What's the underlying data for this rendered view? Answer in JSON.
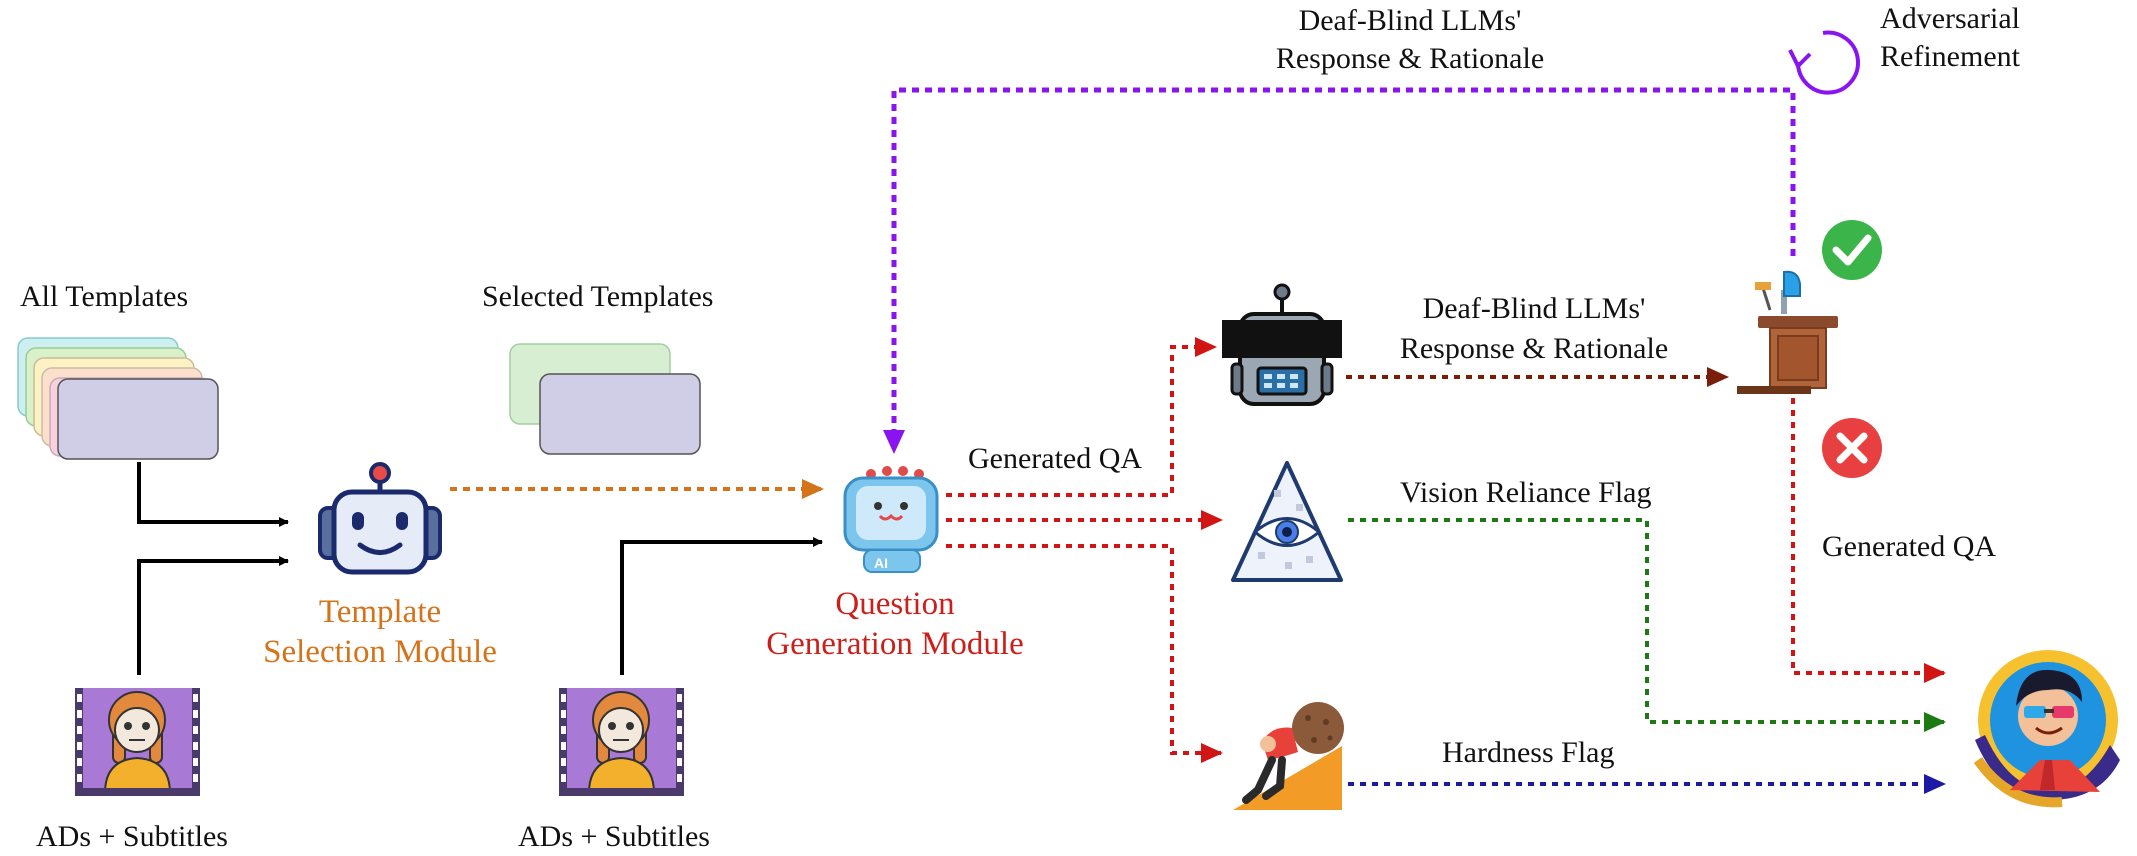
{
  "labels": {
    "all_templates": "All Templates",
    "selected_templates": "Selected Templates",
    "ads_subtitles_left": "ADs + Subtitles",
    "ads_subtitles_mid": "ADs + Subtitles",
    "template_module_line1": "Template",
    "template_module_line2": "Selection Module",
    "question_module_line1": "Question",
    "question_module_line2": "Generation Module",
    "generated_qa_mid": "Generated QA",
    "generated_qa_right": "Generated QA",
    "feedback_line1": "Deaf-Blind LLMs'",
    "feedback_line2": "Response & Rationale",
    "response_line1": "Deaf-Blind LLMs'",
    "response_line2": "Response & Rationale",
    "vision_flag": "Vision Reliance Flag",
    "hardness_flag": "Hardness Flag",
    "adversarial_line1": "Adversarial",
    "adversarial_line2": "Refinement",
    "ai_badge": "AI"
  },
  "colors": {
    "orange_module": "#d4731a",
    "red_module": "#cc1f1a",
    "feedback_purple": "#8a14f0",
    "red_arrow": "#d11414",
    "brown_arrow": "#7a1e0a",
    "green_arrow": "#1b7a12",
    "blue_arrow": "#1a1aa6",
    "check_green": "#3bb54a",
    "cross_red": "#e84040"
  },
  "icons": [
    "template-stack-icon",
    "selected-templates-icon",
    "robot-icon",
    "ai-robot-icon",
    "student-film-icon",
    "deaf-blind-robot-icon",
    "eye-triangle-icon",
    "sisyphus-icon",
    "podium-icon",
    "check-icon",
    "cross-icon",
    "refresh-icon",
    "viewer-icon"
  ]
}
